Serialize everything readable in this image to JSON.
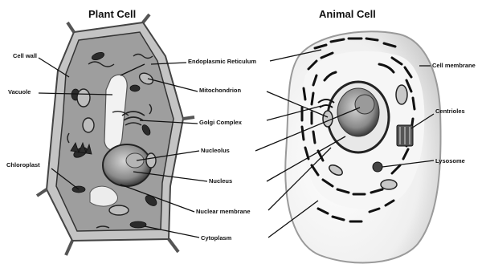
{
  "titles": {
    "plant": "Plant Cell",
    "animal": "Animal Cell"
  },
  "labels": {
    "cell_wall": "Cell wall",
    "vacuole": "Vacuole",
    "chloroplast": "Chloroplast",
    "endoplasmic_reticulum": "Endoplasmic Reticulum",
    "mitochondrion": "Mitochondrion",
    "golgi_complex": "Golgi Complex",
    "nucleolus": "Nucleolus",
    "nucleus": "Nucleus",
    "nuclear_membrane": "Nuclear membrane",
    "cytoplasm": "Cytoplasm",
    "cell_membrane": "Cell membrane",
    "centrioles": "Centrioles",
    "lysosome": "Lysosome"
  }
}
